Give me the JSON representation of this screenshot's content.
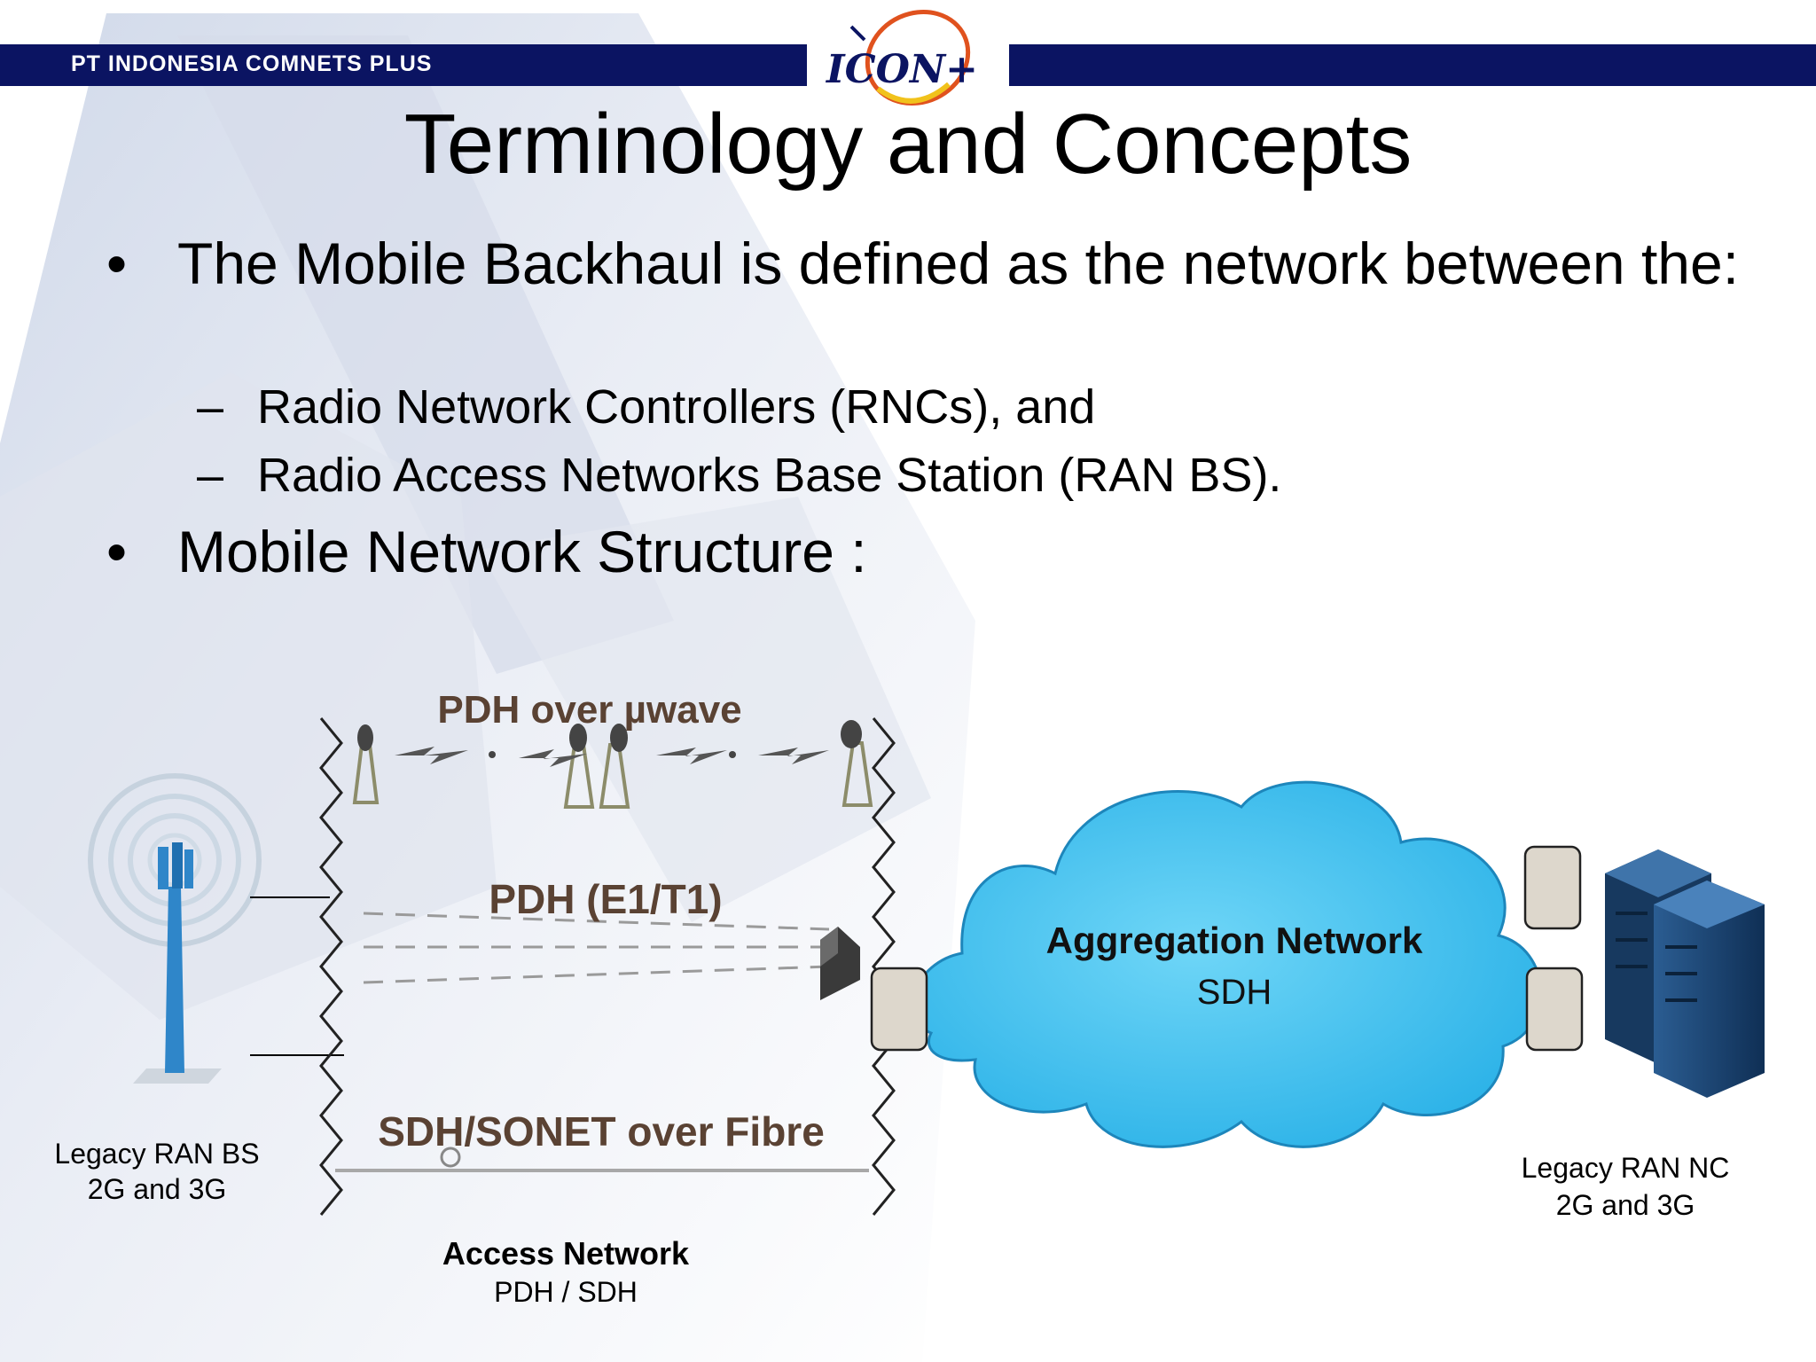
{
  "header": {
    "company": "PT INDONESIA COMNETS PLUS",
    "logo_text": "ICON+"
  },
  "slide": {
    "title": "Terminology and Concepts",
    "bullets": [
      {
        "marker": "•",
        "text": "The Mobile Backhaul is defined as the network between the:"
      },
      {
        "marker": "•",
        "text": "Mobile Network Structure :"
      }
    ],
    "sub_bullets": [
      {
        "marker": "–",
        "text": "Radio Network Controllers (RNCs), and"
      },
      {
        "marker": "–",
        "text": "Radio Access Networks Base Station (RAN BS)."
      }
    ]
  },
  "diagram": {
    "access_rows": {
      "microwave": "PDH over µwave",
      "e1t1": "PDH (E1/T1)",
      "fibre": "SDH/SONET over Fibre"
    },
    "access_network": {
      "title": "Access Network",
      "subtitle": "PDH / SDH"
    },
    "aggregation": {
      "title": "Aggregation Network",
      "subtitle": "SDH"
    },
    "ran_bs": {
      "line1": "Legacy RAN BS",
      "line2": "2G and 3G"
    },
    "ran_nc": {
      "line1": "Legacy RAN NC",
      "line2": "2G and 3G"
    },
    "colors": {
      "header_navy": "#0b1462",
      "cloud_blue": "#3ec3f0",
      "row_label_brown": "#5a4233",
      "server_blue": "#1e4a7a"
    }
  }
}
